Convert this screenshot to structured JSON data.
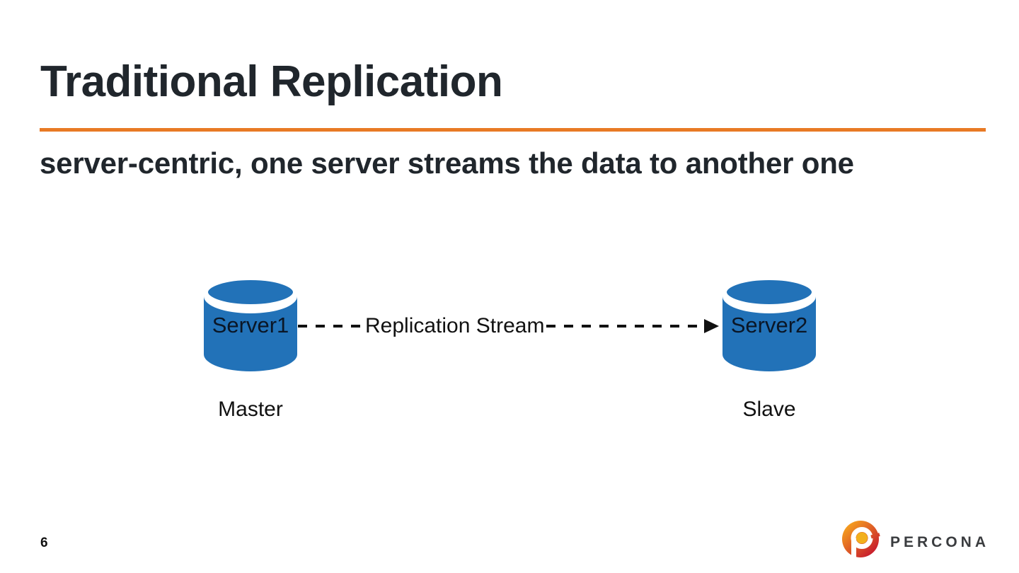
{
  "slide": {
    "title": "Traditional Replication",
    "subtitle": "server-centric, one server streams the data to another one"
  },
  "diagram": {
    "source": {
      "label": "Server1",
      "role": "Master",
      "icon": "database-cylinder-icon"
    },
    "target": {
      "label": "Server2",
      "role": "Slave",
      "icon": "database-cylinder-icon"
    },
    "arrow": {
      "label": "Replication Stream",
      "style": "dashed",
      "direction": "left-to-right",
      "head_icon": "arrowhead-right-icon"
    }
  },
  "footer": {
    "page_number": "6",
    "logo_text": "PERCONA",
    "logo_icon": "percona-p-ring-icon"
  },
  "colors": {
    "title_text": "#20262c",
    "accent_orange": "#e87a25",
    "cylinder_blue": "#2272b8",
    "node_label_ink": "#0a1626",
    "ink": "#111111",
    "logo_orange": "#f6a21e",
    "logo_red": "#c4122f",
    "logo_gold": "#f2b01d",
    "logo_wordmark": "#3a3c3f"
  }
}
